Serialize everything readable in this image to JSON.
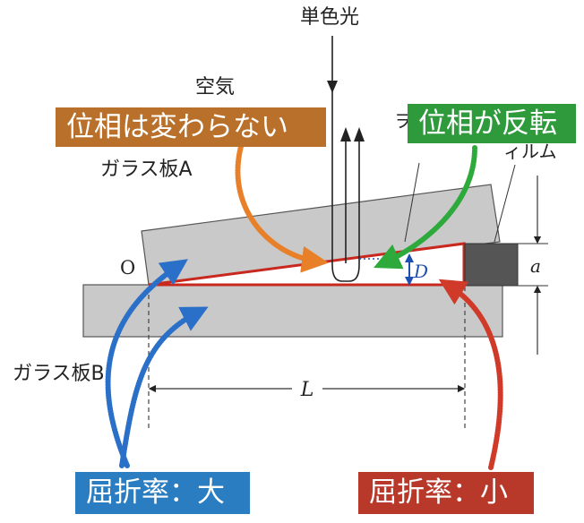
{
  "labels": {
    "light": "単色光",
    "air": "空気",
    "glass_a": "ガラス板A",
    "glass_b": "ガラス板B",
    "origin": "O",
    "thickness": "a",
    "length": "L",
    "gap": "D",
    "partial_left": "ヲ",
    "partial_right": "ィルム"
  },
  "callouts": {
    "phase_same": "位相は変わらない",
    "phase_inverted": "位相が反転",
    "index_large": "屈折率：大",
    "index_small": "屈折率：小"
  },
  "colors": {
    "orange_tag": "#b8702a",
    "green_tag": "#2e9a3c",
    "blue_tag": "#2a7dc0",
    "red_tag": "#b8382a",
    "orange_arrow": "#e8802a",
    "green_arrow": "#2eaa3c",
    "blue_arrow": "#2a70c8",
    "red_arrow": "#d03a28",
    "glass": "#c9c9c9",
    "film": "#555555"
  }
}
